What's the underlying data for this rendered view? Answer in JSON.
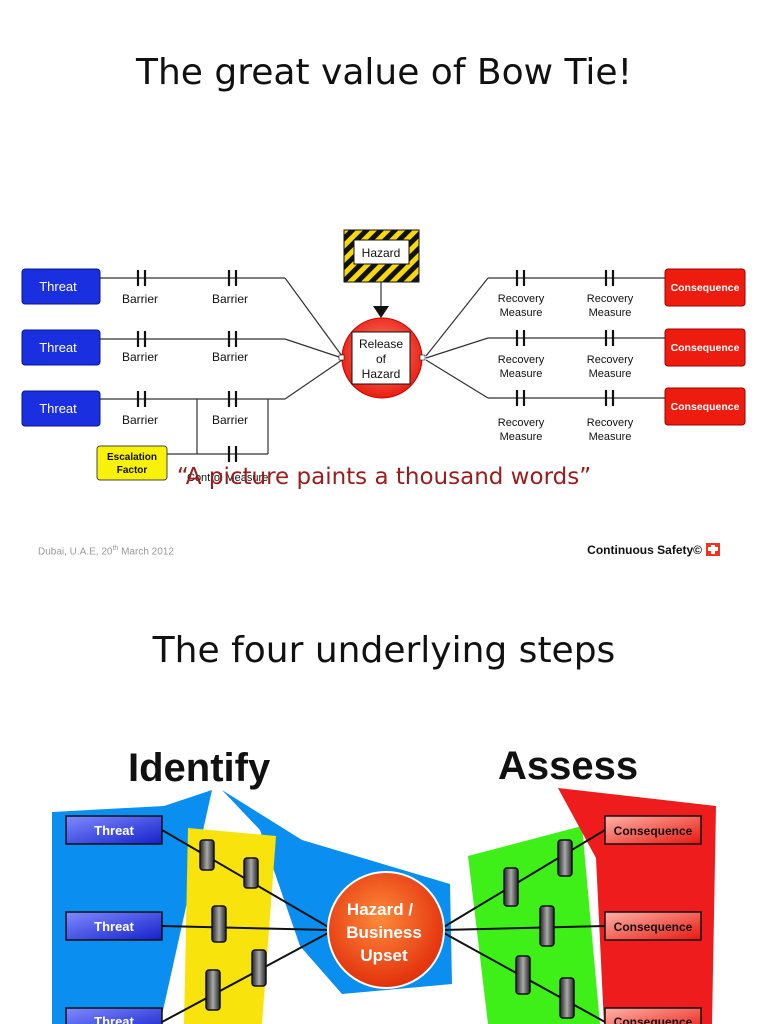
{
  "slide1": {
    "title": "The great value of Bow Tie!",
    "diagram": {
      "threat": "Threat",
      "barrier": "Barrier",
      "hazard": "Hazard",
      "release": [
        "Release",
        "of",
        "Hazard"
      ],
      "recovery": [
        "Recovery",
        "Measure"
      ],
      "consequence": "Consequence",
      "escalation": [
        "Escalation",
        "Factor"
      ],
      "control_measure": "Control Measure"
    },
    "quote": "“A picture paints a thousand words”",
    "footer_location": "Dubai, U.A.E, 20",
    "footer_sup": "th",
    "footer_date": " March 2012",
    "footer_brand": "Continuous Safety©"
  },
  "slide2": {
    "title": "The four underlying steps",
    "identify": "Identify",
    "assess": "Assess",
    "threat": "Threat",
    "consequence": "Consequence",
    "center": [
      "Hazard /",
      "Business",
      "Upset"
    ]
  }
}
